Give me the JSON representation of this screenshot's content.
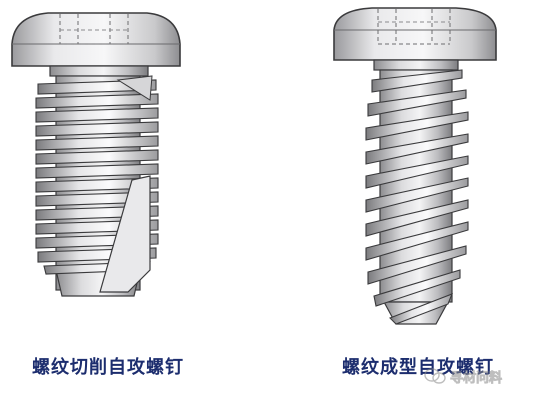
{
  "figure": {
    "left_screw": {
      "caption": "螺纹切削自攻螺钉"
    },
    "right_screw": {
      "caption": "螺纹成型自攻螺钉"
    },
    "watermark": {
      "text": "寻材问料"
    },
    "colors": {
      "caption_text": "#1c2d6e",
      "steel_light": "#f2f2f3",
      "steel_mid": "#c7c7c9",
      "steel_dark": "#7a7a7d",
      "outline": "#3a3a3c"
    }
  }
}
